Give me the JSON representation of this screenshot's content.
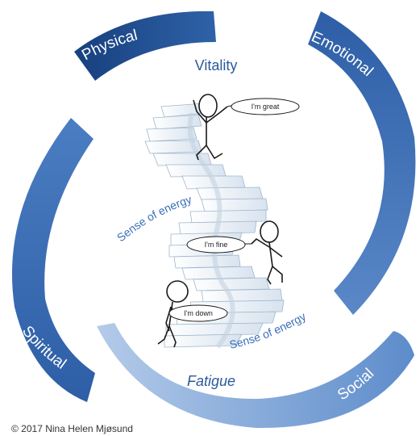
{
  "arcs": {
    "physical": "Physical",
    "emotional": "Emotional",
    "spiritual": "Spiritual",
    "social": "Social"
  },
  "center": {
    "top_label": "Vitality",
    "bottom_label": "Fatigue",
    "energy_upper": "Sense of energy",
    "energy_lower": "Sense of energy"
  },
  "speech": {
    "great": "I'm great",
    "fine": "I'm fine",
    "down": "I'm down"
  },
  "copyright": "© 2017 Nina Helen Mjøsund",
  "colors": {
    "physical": "#1f4f94",
    "emotional": "#3d6fb6",
    "spiritual": "#3e6fb5",
    "social": "#8ab0dc",
    "text_blue": "#2a5a9c"
  }
}
